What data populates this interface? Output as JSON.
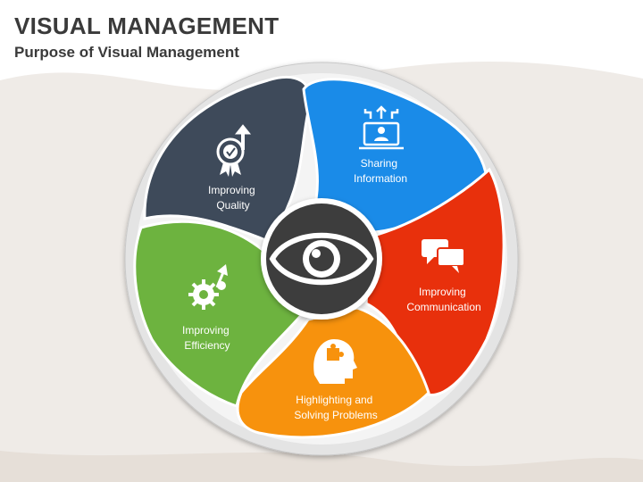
{
  "slide": {
    "title": "VISUAL MANAGEMENT",
    "subtitle": "Purpose of Visual Management"
  },
  "center": {
    "icon": "eye-icon",
    "color": "#3d3d3d"
  },
  "segments": [
    {
      "id": "quality",
      "line1": "Improving",
      "line2": "Quality",
      "color": "#3e4a5a",
      "icon": "quality-badge-icon"
    },
    {
      "id": "sharing",
      "line1": "Sharing",
      "line2": "Information",
      "color": "#1a8be8",
      "icon": "laptop-share-icon"
    },
    {
      "id": "communication",
      "line1": "Improving",
      "line2": "Communication",
      "color": "#e8300c",
      "icon": "chat-bubbles-icon"
    },
    {
      "id": "problems",
      "line1": "Highlighting and",
      "line2": "Solving Problems",
      "color": "#f7920d",
      "icon": "head-puzzle-icon"
    },
    {
      "id": "efficiency",
      "line1": "Improving",
      "line2": "Efficiency",
      "color": "#6db33f",
      "icon": "gears-arrow-icon"
    }
  ],
  "background": {
    "wave_color": "#ede8e3"
  }
}
